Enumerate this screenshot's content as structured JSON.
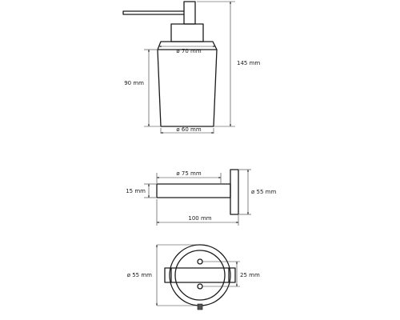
{
  "dimensions": {
    "dispenser_top_diameter": "ø 70 mm",
    "dispenser_bottom_diameter": "ø 60 mm",
    "dispenser_body_height": "90 mm",
    "dispenser_total_height": "145 mm",
    "holder_ring_diameter": "ø 75 mm",
    "holder_plate_diameter": "ø 55 mm",
    "holder_arm_height": "15 mm",
    "holder_projection": "100 mm",
    "wall_plate_diameter": "ø 55 mm",
    "mounting_hole_spacing": "25 mm"
  },
  "colors": {
    "line": "#1a1a1a",
    "dimension": "#333333",
    "background": "#ffffff"
  }
}
